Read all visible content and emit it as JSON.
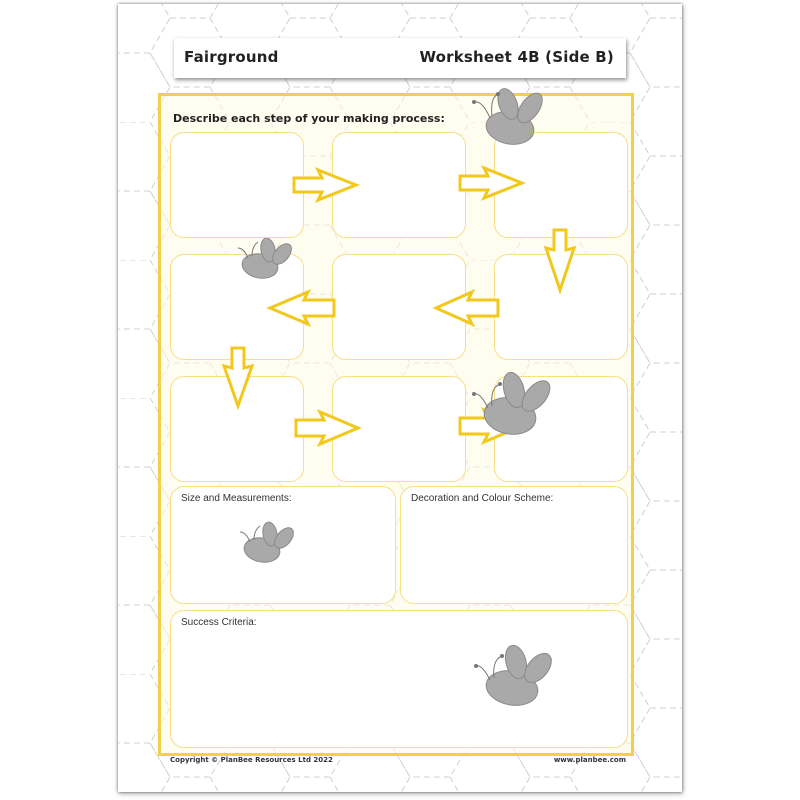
{
  "header": {
    "topic": "Fairground",
    "worksheet": "Worksheet 4B (Side B)"
  },
  "instruction": "Describe each step of your making process:",
  "sections": {
    "size": "Size and Measurements:",
    "decoration": "Decoration and Colour Scheme:",
    "success": "Success Criteria:"
  },
  "footer": {
    "copyright": "Copyright © PlanBee Resources Ltd 2022",
    "website": "www.planbee.com"
  },
  "colors": {
    "frame": "#f4d04a",
    "box_border": "#f6df85",
    "arrow": "#f2c81c",
    "bee": "#a9a9a9"
  },
  "icons": [
    "bee-icon",
    "arrow-right-icon",
    "arrow-left-icon",
    "arrow-down-icon"
  ]
}
